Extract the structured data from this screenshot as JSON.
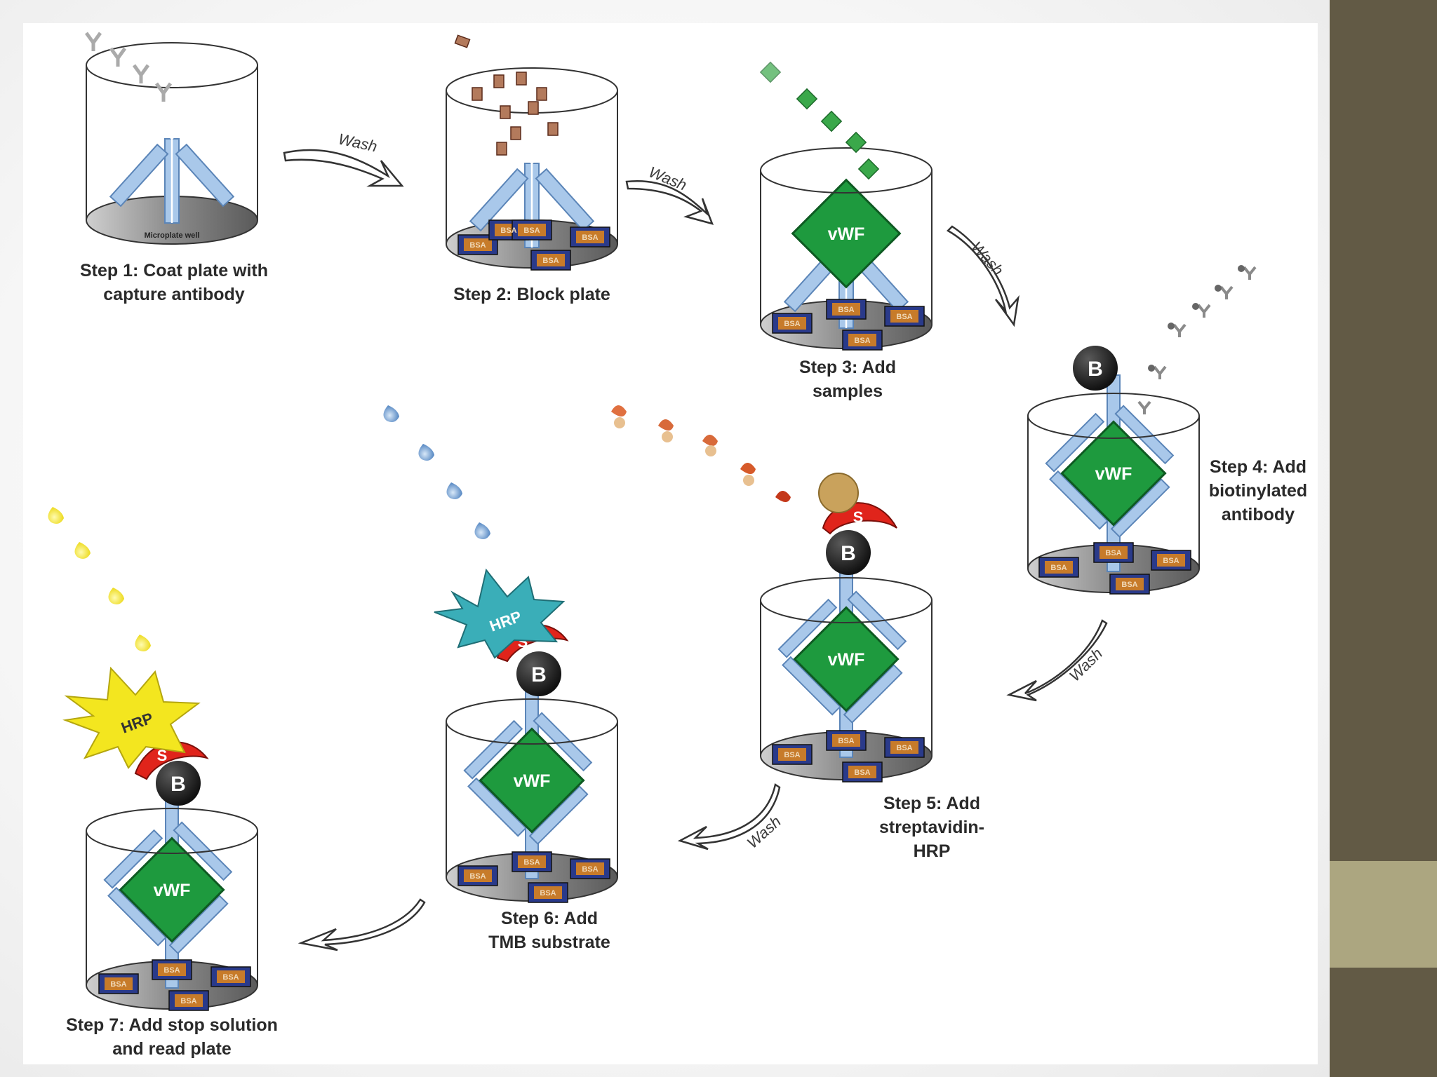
{
  "diagram": {
    "steps": [
      {
        "id": 1,
        "caption": "Step 1: Coat plate with\ncapture antibody"
      },
      {
        "id": 2,
        "caption": "Step 2: Block plate"
      },
      {
        "id": 3,
        "caption": "Step 3: Add\nsamples"
      },
      {
        "id": 4,
        "caption": "Step 4: Add\nbiotinylated\nantibody"
      },
      {
        "id": 5,
        "caption": "Step 5: Add\nstreptavidin-\nHRP"
      },
      {
        "id": 6,
        "caption": "Step 6: Add\nTMB substrate"
      },
      {
        "id": 7,
        "caption": "Step 7: Add stop solution\nand read plate"
      }
    ],
    "wash_label": "Wash",
    "plate_label": "Microplate well",
    "blocker_label": "BSA",
    "antigen_label": "vWF",
    "biotin_label": "B",
    "streptavidin_label": "S",
    "enzyme_label": "HRP",
    "colors": {
      "antibody": "#a9c8ea",
      "antigen": "#1e9a3e",
      "biotin": "#1c1c1c",
      "streptavidin": "#e0241b",
      "hrp_step5": "#c9a25c",
      "hrp_step6": "#3aaeb8",
      "hrp_step7": "#f3e61f",
      "blocker": "#2a3a8a",
      "slide_dark": "#625a45",
      "slide_light": "#aca680"
    }
  }
}
